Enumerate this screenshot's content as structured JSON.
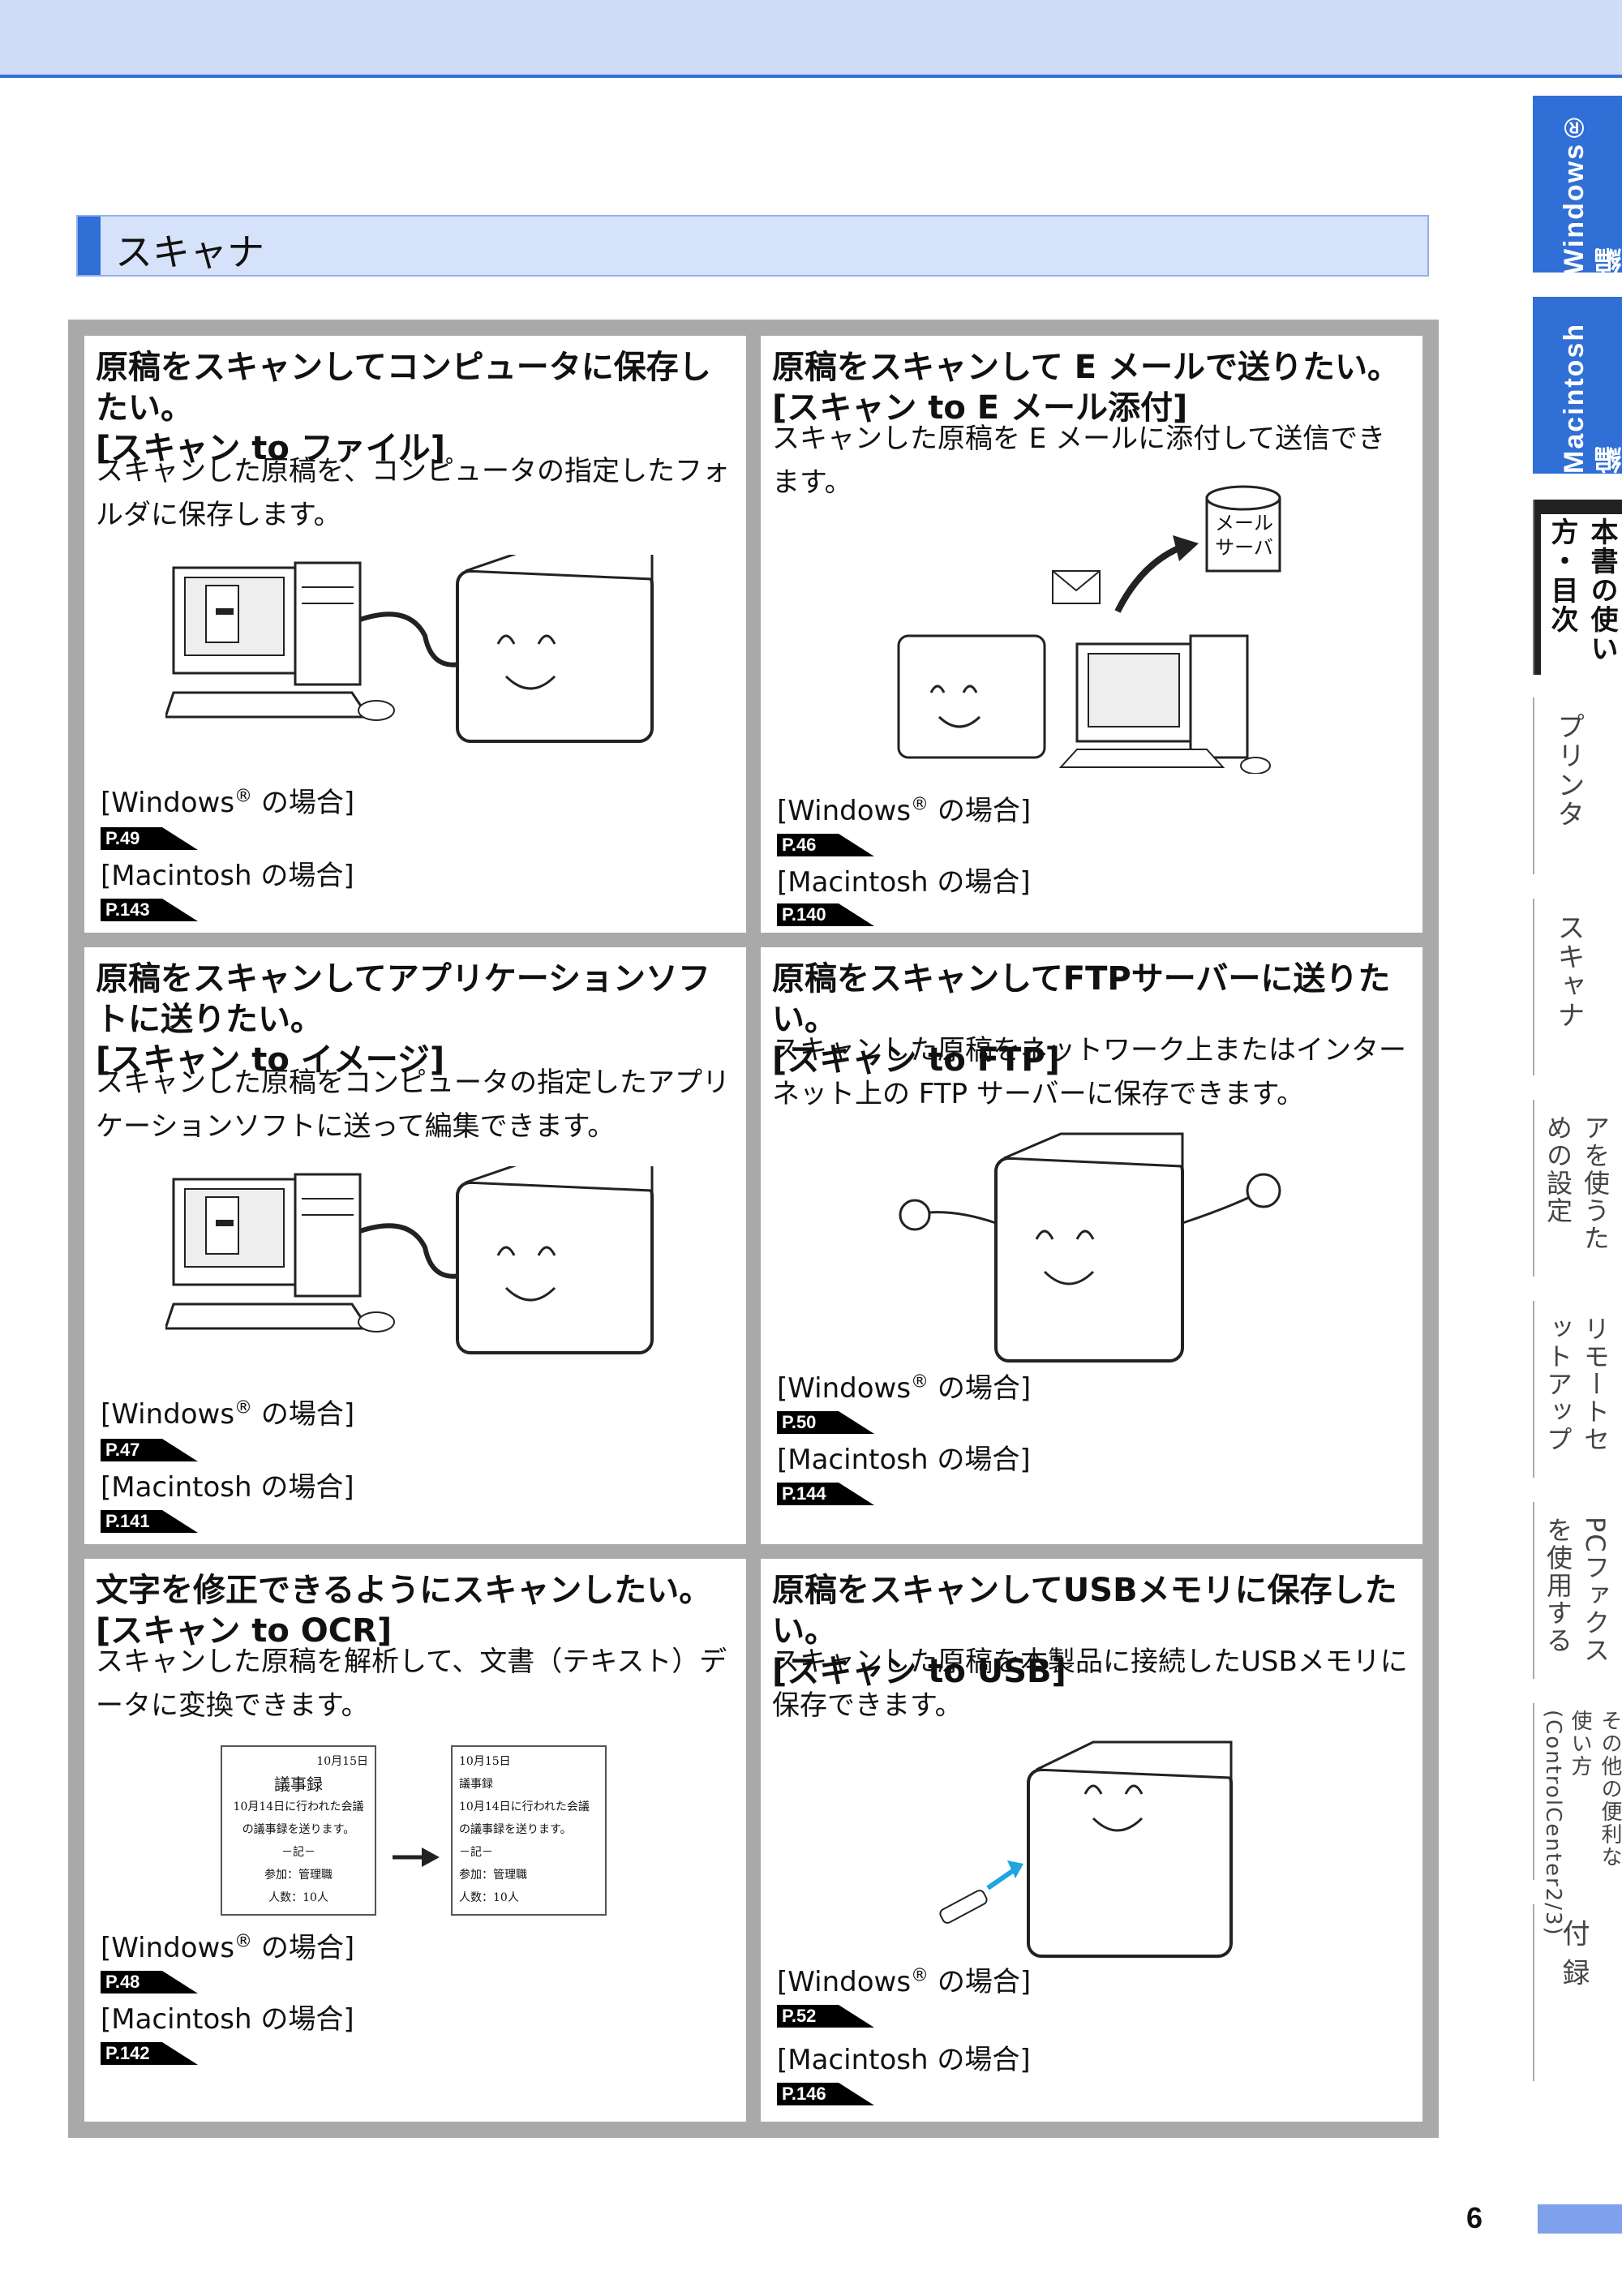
{
  "section_title": "スキャナ",
  "page_number": "6",
  "side_tabs": [
    {
      "label": "Windows®編"
    },
    {
      "label": "Macintosh 編"
    },
    {
      "label": "本書の使い方・目次"
    },
    {
      "label": "プリンタ"
    },
    {
      "label": "スキャナ"
    },
    {
      "label": "ソフトウェアを使うための設定"
    },
    {
      "label": "リモートセットアップ"
    },
    {
      "label": "PCファクスを使用する"
    },
    {
      "label": "その他の便利な使い方(ControlCenter2/3)"
    },
    {
      "label": "付 録"
    }
  ],
  "cells": [
    {
      "heading": "原稿をスキャンしてコンピュータに保存したい。\n[スキャン to ファイル]",
      "desc": "スキャンした原稿を、コンピュータの指定したフォルダに保存します。",
      "win_label": "[Windows",
      "win_suffix": " の場合]",
      "win_page": "P.49",
      "mac_label": "[Macintosh の場合]",
      "mac_page": "P.143"
    },
    {
      "heading": "原稿をスキャンして E メールで送りたい。\n[スキャン to E メール添付]",
      "desc": "スキャンした原稿を E メールに添付して送信できます。",
      "server_label": "メール\nサーバ",
      "win_label": "[Windows",
      "win_suffix": " の場合]",
      "win_page": "P.46",
      "mac_label": "[Macintosh の場合]",
      "mac_page": "P.140"
    },
    {
      "heading": "原稿をスキャンしてアプリケーションソフトに送りたい。\n[スキャン to イメージ]",
      "desc": "スキャンした原稿をコンピュータの指定したアプリケーションソフトに送って編集できます。",
      "win_label": "[Windows",
      "win_suffix": " の場合]",
      "win_page": "P.47",
      "mac_label": "[Macintosh の場合]",
      "mac_page": "P.141"
    },
    {
      "heading": "原稿をスキャンしてFTPサーバーに送りたい。\n[スキャン to FTP]",
      "desc": "スキャンした原稿をネットワーク上またはインターネット上の FTP サーバーに保存できます。",
      "win_label": "[Windows",
      "win_suffix": " の場合]",
      "win_page": "P.50",
      "mac_label": "[Macintosh の場合]",
      "mac_page": "P.144"
    },
    {
      "heading": "文字を修正できるようにスキャンしたい。\n[スキャン to OCR]",
      "desc": "スキャンした原稿を解析して、文書（テキスト）データに変換できます。",
      "doc_date": "10月15日",
      "doc_title": "議事録",
      "doc_line1": "10月14日に行われた会議",
      "doc_line2": "の議事録を送ります。",
      "doc_line3": "－記－",
      "doc_line4": "参加：管理職",
      "doc_line5": "人数：10人",
      "win_label": "[Windows",
      "win_suffix": " の場合]",
      "win_page": "P.48",
      "mac_label": "[Macintosh の場合]",
      "mac_page": "P.142"
    },
    {
      "heading": "原稿をスキャンしてUSBメモリに保存したい。\n[スキャン to USB]",
      "desc": "スキャンした原稿を本製品に接続したUSBメモリに保存できます。",
      "win_label": "[Windows",
      "win_suffix": " の場合]",
      "win_page": "P.52",
      "mac_label": "[Macintosh の場合]",
      "mac_page": "P.146"
    }
  ],
  "colors": {
    "accent": "#2f6fd6",
    "band": "#cfdcf8",
    "grid": "#a9a9a9"
  }
}
